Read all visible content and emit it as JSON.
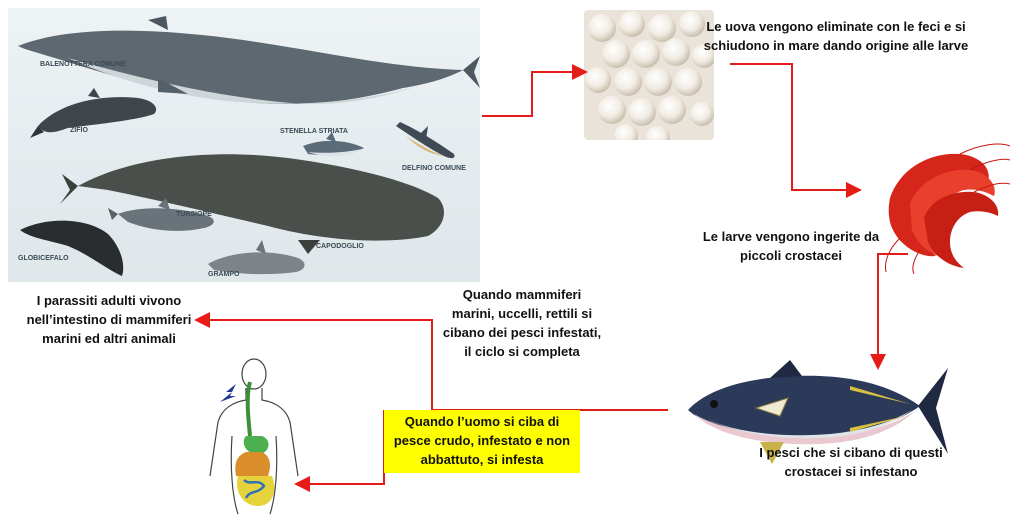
{
  "species": {
    "balenottera": "BALENOTTERA COMUNE",
    "zifio": "ZIFIO",
    "stenella": "STENELLA STRIATA",
    "delfino": "DELFINO COMUNE",
    "tursiope": "TURSIOPE",
    "capodoglio": "CAPODOGLIO",
    "globicefalo": "GLOBICEFALO",
    "grampo": "GRAMPO"
  },
  "steps": {
    "eggs": "Le uova vengono eliminate con le feci e si schiudono in mare dando origine alle larve",
    "crustaceans": "Le larve vengono ingerite da piccoli crostacei",
    "fish": "I pesci che si cibano di questi crostacei si infestano",
    "mammals_eat": "Quando mammiferi marini, uccelli, rettili si cibano dei pesci infestati, il ciclo si completa",
    "adults": "I parassiti adulti vivono nell’intestino di mammiferi marini ed altri animali",
    "human": "Quando l’uomo si ciba di pesce crudo, infestato e non abbattuto, si infesta"
  },
  "colors": {
    "arrow": "#e41b17",
    "highlight": "#ffff00",
    "ocean": "#e8eef1"
  }
}
